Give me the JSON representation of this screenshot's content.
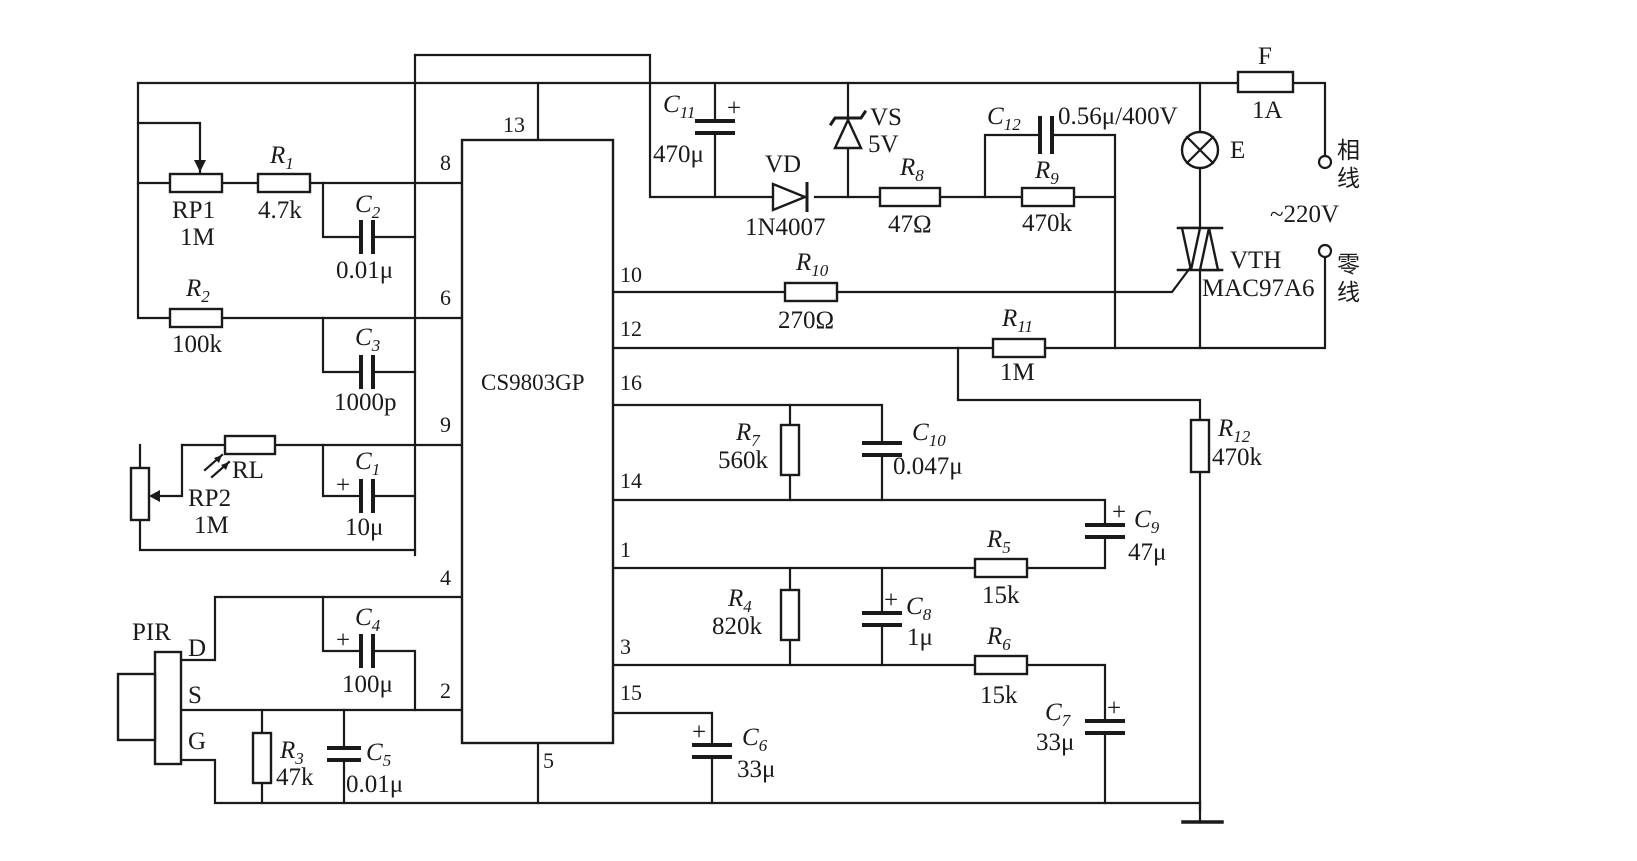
{
  "ic": {
    "name": "CS9803GP",
    "pins": [
      "13",
      "8",
      "6",
      "9",
      "4",
      "2",
      "5",
      "10",
      "12",
      "16",
      "14",
      "1",
      "3",
      "15"
    ]
  },
  "components": {
    "RP1": {
      "ref": "RP1",
      "value": "1M"
    },
    "R1": {
      "ref": "R",
      "sub": "1",
      "value": "4.7k"
    },
    "C2": {
      "ref": "C",
      "sub": "2",
      "value": "0.01μ"
    },
    "R2": {
      "ref": "R",
      "sub": "2",
      "value": "100k"
    },
    "C3": {
      "ref": "C",
      "sub": "3",
      "value": "1000p"
    },
    "RL": {
      "ref": "RL"
    },
    "RP2": {
      "ref": "RP2",
      "value": "1M"
    },
    "C1": {
      "ref": "C",
      "sub": "1",
      "value": "10μ"
    },
    "PIR": {
      "ref": "PIR",
      "pins": [
        "D",
        "S",
        "G"
      ]
    },
    "C4": {
      "ref": "C",
      "sub": "4",
      "value": "100μ"
    },
    "R3": {
      "ref": "R",
      "sub": "3",
      "value": "47k"
    },
    "C5": {
      "ref": "C",
      "sub": "5",
      "value": "0.01μ"
    },
    "C11": {
      "ref": "C",
      "sub": "11",
      "value": "470μ"
    },
    "VD": {
      "ref": "VD",
      "value": "1N4007"
    },
    "VS": {
      "ref": "VS",
      "value": "5V"
    },
    "R8": {
      "ref": "R",
      "sub": "8",
      "value": "47Ω"
    },
    "C12": {
      "ref": "C",
      "sub": "12",
      "value": "0.56μ/400V"
    },
    "R9": {
      "ref": "R",
      "sub": "9",
      "value": "470k"
    },
    "F": {
      "ref": "F",
      "value": "1A"
    },
    "E": {
      "ref": "E"
    },
    "VTH": {
      "ref": "VTH",
      "value": "MAC97A6"
    },
    "R10": {
      "ref": "R",
      "sub": "10",
      "value": "270Ω"
    },
    "R11": {
      "ref": "R",
      "sub": "11",
      "value": "1M"
    },
    "R12": {
      "ref": "R",
      "sub": "12",
      "value": "470k"
    },
    "R7": {
      "ref": "R",
      "sub": "7",
      "value": "560k"
    },
    "C10": {
      "ref": "C",
      "sub": "10",
      "value": "0.047μ"
    },
    "C9": {
      "ref": "C",
      "sub": "9",
      "value": "47μ"
    },
    "R5": {
      "ref": "R",
      "sub": "5",
      "value": "15k"
    },
    "R4": {
      "ref": "R",
      "sub": "4",
      "value": "820k"
    },
    "C8": {
      "ref": "C",
      "sub": "8",
      "value": "1μ"
    },
    "R6": {
      "ref": "R",
      "sub": "6",
      "value": "15k"
    },
    "C7": {
      "ref": "C",
      "sub": "7",
      "value": "33μ"
    },
    "C6": {
      "ref": "C",
      "sub": "6",
      "value": "33μ"
    }
  },
  "mains": {
    "phase": [
      "相",
      "线"
    ],
    "voltage": "~220V",
    "neutral": [
      "零",
      "线"
    ]
  },
  "polarity_mark": "+"
}
